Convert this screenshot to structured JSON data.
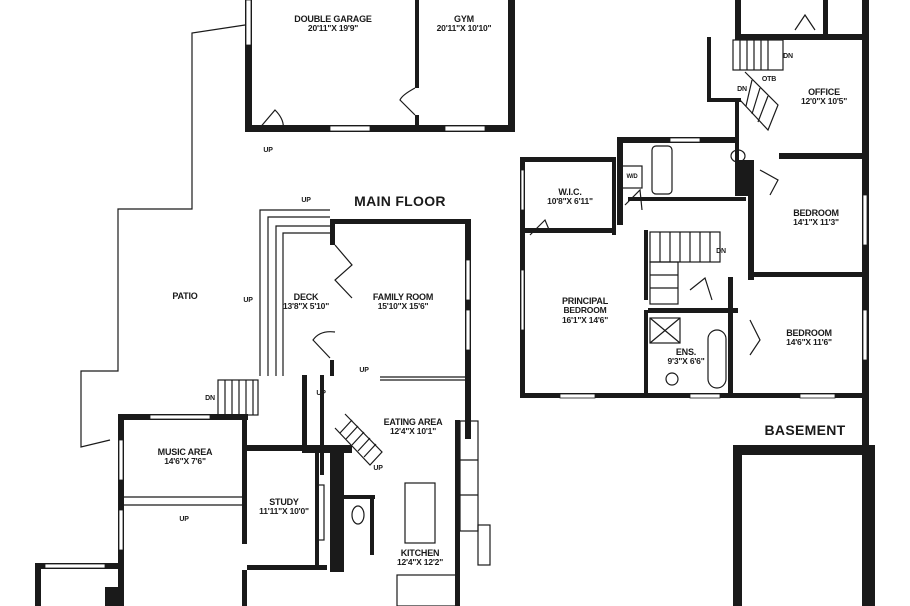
{
  "diagram": {
    "type": "architectural floor plan",
    "colors": {
      "wall": "#1a1a1a",
      "background": "#ffffff",
      "line": "#1a1a1a"
    },
    "titles": {
      "main_floor": "MAIN FLOOR",
      "basement": "BASEMENT"
    },
    "rooms": {
      "double_garage": {
        "name": "DOUBLE GARAGE",
        "size": "20'11\"X 19'9\""
      },
      "gym": {
        "name": "GYM",
        "size": "20'11\"X 10'10\""
      },
      "office": {
        "name": "OFFICE",
        "size": "12'0\"X 10'5\""
      },
      "wic": {
        "name": "W.I.C.",
        "size": "10'8\"X 6'11\""
      },
      "bedroom_1": {
        "name": "BEDROOM",
        "size": "14'1\"X 11'3\""
      },
      "bedroom_2": {
        "name": "BEDROOM",
        "size": "14'6\"X 11'6\""
      },
      "principal_bedroom": {
        "name_line1": "PRINCIPAL",
        "name_line2": "BEDROOM",
        "size": "16'1\"X 14'6\""
      },
      "ensuite": {
        "name": "ENS.",
        "size": "9'3\"X 6'6\""
      },
      "patio": {
        "name": "PATIO"
      },
      "deck": {
        "name": "DECK",
        "size": "13'8\"X 5'10\""
      },
      "family_room": {
        "name": "FAMILY ROOM",
        "size": "15'10\"X 15'6\""
      },
      "eating_area": {
        "name": "EATING AREA",
        "size": "12'4\"X 10'1\""
      },
      "kitchen": {
        "name": "KITCHEN",
        "size": "12'4\"X 12'2\""
      },
      "music_area": {
        "name": "MUSIC AREA",
        "size": "14'6\"X 7'6\""
      },
      "study": {
        "name": "STUDY",
        "size": "11'11\"X 10'0\""
      }
    },
    "annotations": {
      "up": "UP",
      "dn": "DN",
      "otb": "OTB",
      "wd": "W/D"
    }
  }
}
